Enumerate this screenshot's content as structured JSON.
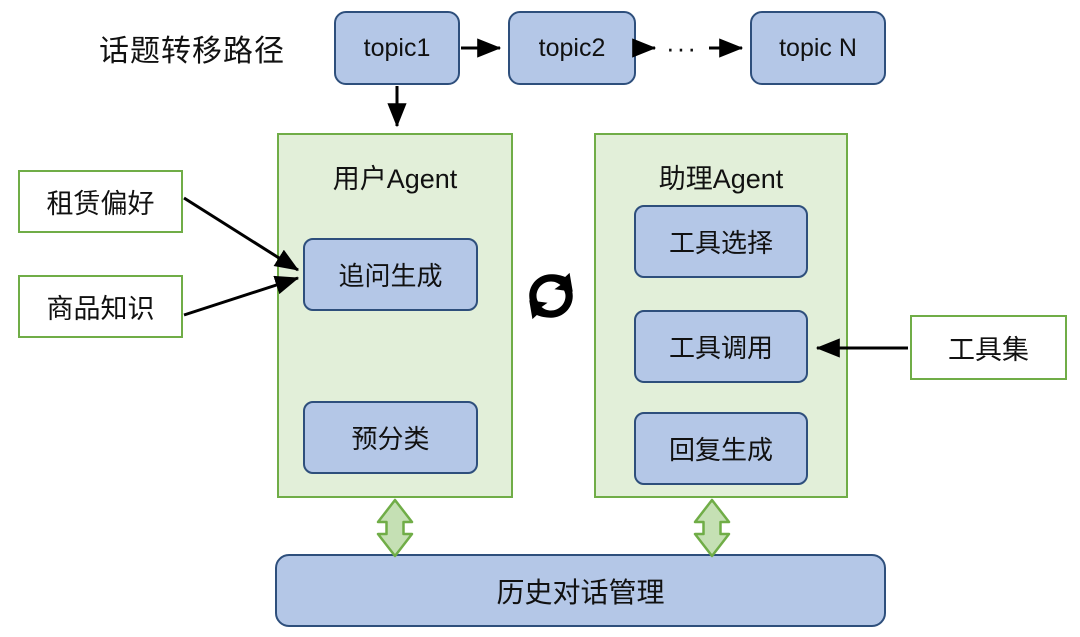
{
  "diagram": {
    "title": "话题转移路径",
    "colors": {
      "box_fill": "#b4c7e7",
      "box_border": "#2e4f7c",
      "panel_fill": "#e2efd9",
      "panel_border": "#70ad47",
      "label_fill": "#ffffff",
      "label_border": "#70ad47",
      "arrow": "#000000",
      "green_arrow_fill": "#c5e0b4",
      "green_arrow_border": "#70ad47",
      "text": "#111111"
    },
    "topic_chain": {
      "nodes": [
        {
          "label": "topic1"
        },
        {
          "label": "topic2"
        },
        {
          "label": "topic N"
        }
      ],
      "ellipsis": "···"
    },
    "user_agent": {
      "title": "用户Agent",
      "modules": [
        {
          "label": "追问生成"
        },
        {
          "label": "预分类"
        }
      ]
    },
    "assistant_agent": {
      "title": "助理Agent",
      "modules": [
        {
          "label": "工具选择"
        },
        {
          "label": "工具调用"
        },
        {
          "label": "回复生成"
        }
      ]
    },
    "knowledge_inputs": [
      {
        "label": "租赁偏好"
      },
      {
        "label": "商品知识"
      }
    ],
    "tool_set": {
      "label": "工具集"
    },
    "history": {
      "label": "历史对话管理"
    },
    "icons": {
      "sync": "sync-icon",
      "arrow_right": "arrow-right",
      "arrow_down": "arrow-down",
      "arrow_left": "arrow-left",
      "double_arrow_vertical": "double-arrow-vertical"
    }
  }
}
